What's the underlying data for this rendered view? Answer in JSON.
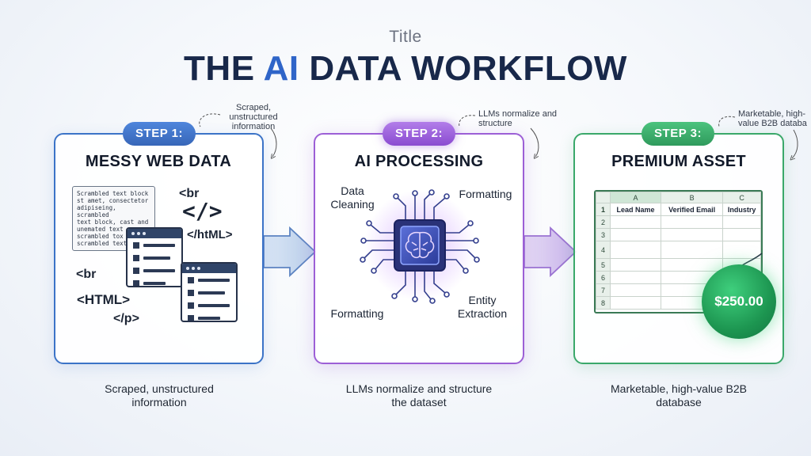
{
  "header": {
    "small_title": "Title",
    "main_title_prefix": "THE ",
    "main_title_accent": "AI",
    "main_title_suffix": " DATA WORKFLOW"
  },
  "steps": [
    {
      "badge": "STEP 1:",
      "title": "MESSY WEB DATA",
      "annotation": "Scraped, unstructured information",
      "caption": "Scraped, unstructured information",
      "color": "#3b73c7"
    },
    {
      "badge": "STEP 2:",
      "title": "AI PROCESSING",
      "annotation": "LLMs normalize and structure",
      "caption": "LLMs normalize and structure the dataset",
      "color": "#9c5fd6"
    },
    {
      "badge": "STEP 3:",
      "title": "PREMIUM ASSET",
      "annotation": "Marketable, high-value B2B databa",
      "caption": "Marketable, high-value B2B database",
      "color": "#3aa86a"
    }
  ],
  "messy": {
    "text_block": "Scrambled text block\nst amet, consectetor\nadipiseing, scrambled\ntext block, cast and\nunemated text\nscrambled tox\nscrambled text",
    "code_br_1": "<br",
    "code_slash": "</>",
    "code_html_1": "</htML>",
    "code_br_2": "<br",
    "code_html_2": "<HTML>",
    "code_p": "</p>"
  },
  "processing": {
    "labels": {
      "cleaning": "Data Cleaning",
      "formatting_top": "Formatting",
      "formatting_bottom": "Formatting",
      "entity": "Entity Extraction"
    }
  },
  "spreadsheet": {
    "columns": [
      "A",
      "B",
      "C"
    ],
    "rows": [
      "1",
      "2",
      "3",
      "4",
      "5",
      "6",
      "7",
      "8"
    ],
    "fields": [
      "Lead Name",
      "Verified Email",
      "Industry"
    ]
  },
  "price": "$250.00"
}
